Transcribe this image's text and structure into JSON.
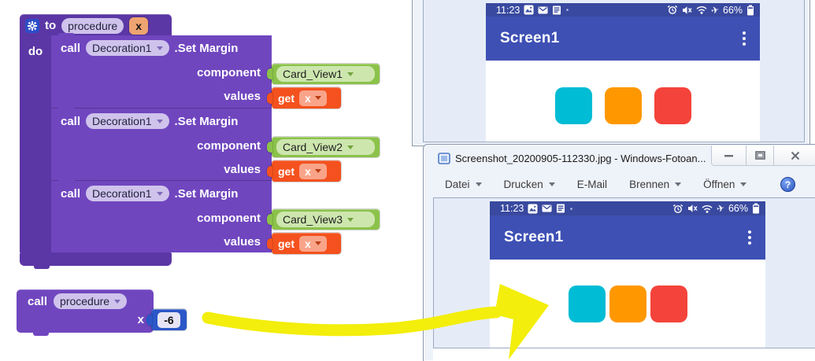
{
  "colors": {
    "blk_outer": "#5b37a5",
    "blk_inner": "#7046bf",
    "blk_field": "#cfc3ec",
    "param_pill": "#eea471",
    "gear_chip": "#2d4ec8",
    "green_block": "#8bc24a",
    "green_field": "#cde6ae",
    "green_tri": "#71a33c",
    "get_block": "#f4511e",
    "get_field": "#f9a489",
    "get_tri": "#b93c12",
    "num_block": "#2b57c8",
    "num_field": "#e7e5f5",
    "statusbar_blue": "#39499f",
    "appbar_blue": "#3e50b4",
    "square_teal": "#00bcd4",
    "square_orange": "#ff9800",
    "square_red": "#f4433a",
    "arrow_yellow": "#f3ee0b",
    "win_glass": "#eef2f9",
    "photo_bg": "#e6ecf7",
    "win_border": "#8796ad"
  },
  "icons": {
    "airplane": "✈",
    "help": "?"
  },
  "blocks": {
    "procedure_def": {
      "to_label": "to",
      "name": "procedure",
      "param": "x",
      "do_label": "do",
      "calls": [
        {
          "call_label": "call",
          "component": "Decoration1",
          "method": ".Set Margin",
          "component_label": "component",
          "component_value": "Card_View1",
          "values_label": "values",
          "get_label": "get",
          "get_var": "x"
        },
        {
          "call_label": "call",
          "component": "Decoration1",
          "method": ".Set Margin",
          "component_label": "component",
          "component_value": "Card_View2",
          "values_label": "values",
          "get_label": "get",
          "get_var": "x"
        },
        {
          "call_label": "call",
          "component": "Decoration1",
          "method": ".Set Margin",
          "component_label": "component",
          "component_value": "Card_View3",
          "values_label": "values",
          "get_label": "get",
          "get_var": "x"
        }
      ]
    },
    "procedure_call": {
      "call_label": "call",
      "name": "procedure",
      "param_label": "x",
      "value": "-6"
    }
  },
  "photo_viewer": {
    "title": "Screenshot_20200905-112330.jpg - Windows-Fotoan...",
    "menu": [
      "Datei",
      "Drucken",
      "E-Mail",
      "Brennen",
      "Öffnen"
    ]
  },
  "phone": {
    "time": "11:23",
    "battery": "66%",
    "screen_title": "Screen1"
  }
}
